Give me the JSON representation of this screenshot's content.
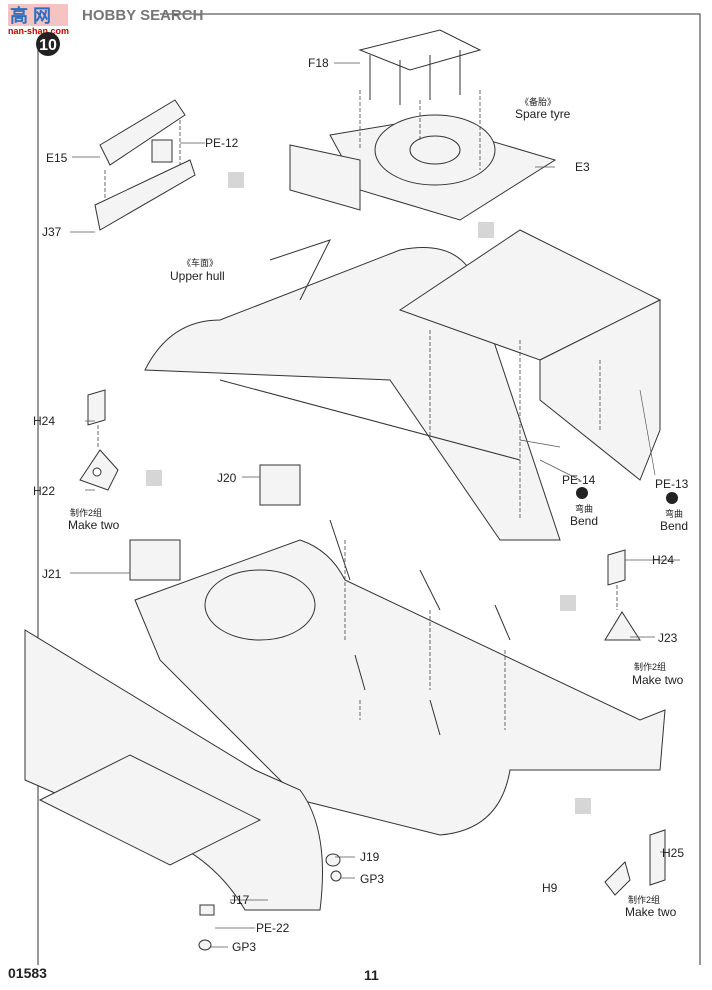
{
  "watermark": {
    "brand": "HOBBY SEARCH",
    "logo_chars": "高 网",
    "site": "nan-shan.com"
  },
  "step": {
    "number": "10"
  },
  "labels": {
    "f18": "F18",
    "spare_cn": "《备胎》",
    "spare_en": "Spare tyre",
    "e3": "E3",
    "pe12": "PE-12",
    "e15": "E15",
    "j37": "J37",
    "hull_cn": "《车面》",
    "hull_en": "Upper hull",
    "h24a": "H24",
    "h22": "H22",
    "make2_cn_a": "制作2组",
    "make2_en_a": "Make two",
    "j20": "J20",
    "pe14": "PE-14",
    "bend_cn_a": "弯曲",
    "bend_en_a": "Bend",
    "pe13": "PE-13",
    "bend_cn_b": "弯曲",
    "bend_en_b": "Bend",
    "j21": "J21",
    "h24b": "H24",
    "j23": "J23",
    "make2_cn_b": "制作2组",
    "make2_en_b": "Make two",
    "j19": "J19",
    "gp3a": "GP3",
    "j17": "J17",
    "pe22": "PE-22",
    "gp3b": "GP3",
    "h25": "H25",
    "h9": "H9",
    "make2_cn_c": "制作2组",
    "make2_en_c": "Make two"
  },
  "footer": {
    "kit_number": "01583",
    "page_number": "11"
  },
  "icons": {
    "bend": "bend-icon",
    "step": "step-badge"
  }
}
